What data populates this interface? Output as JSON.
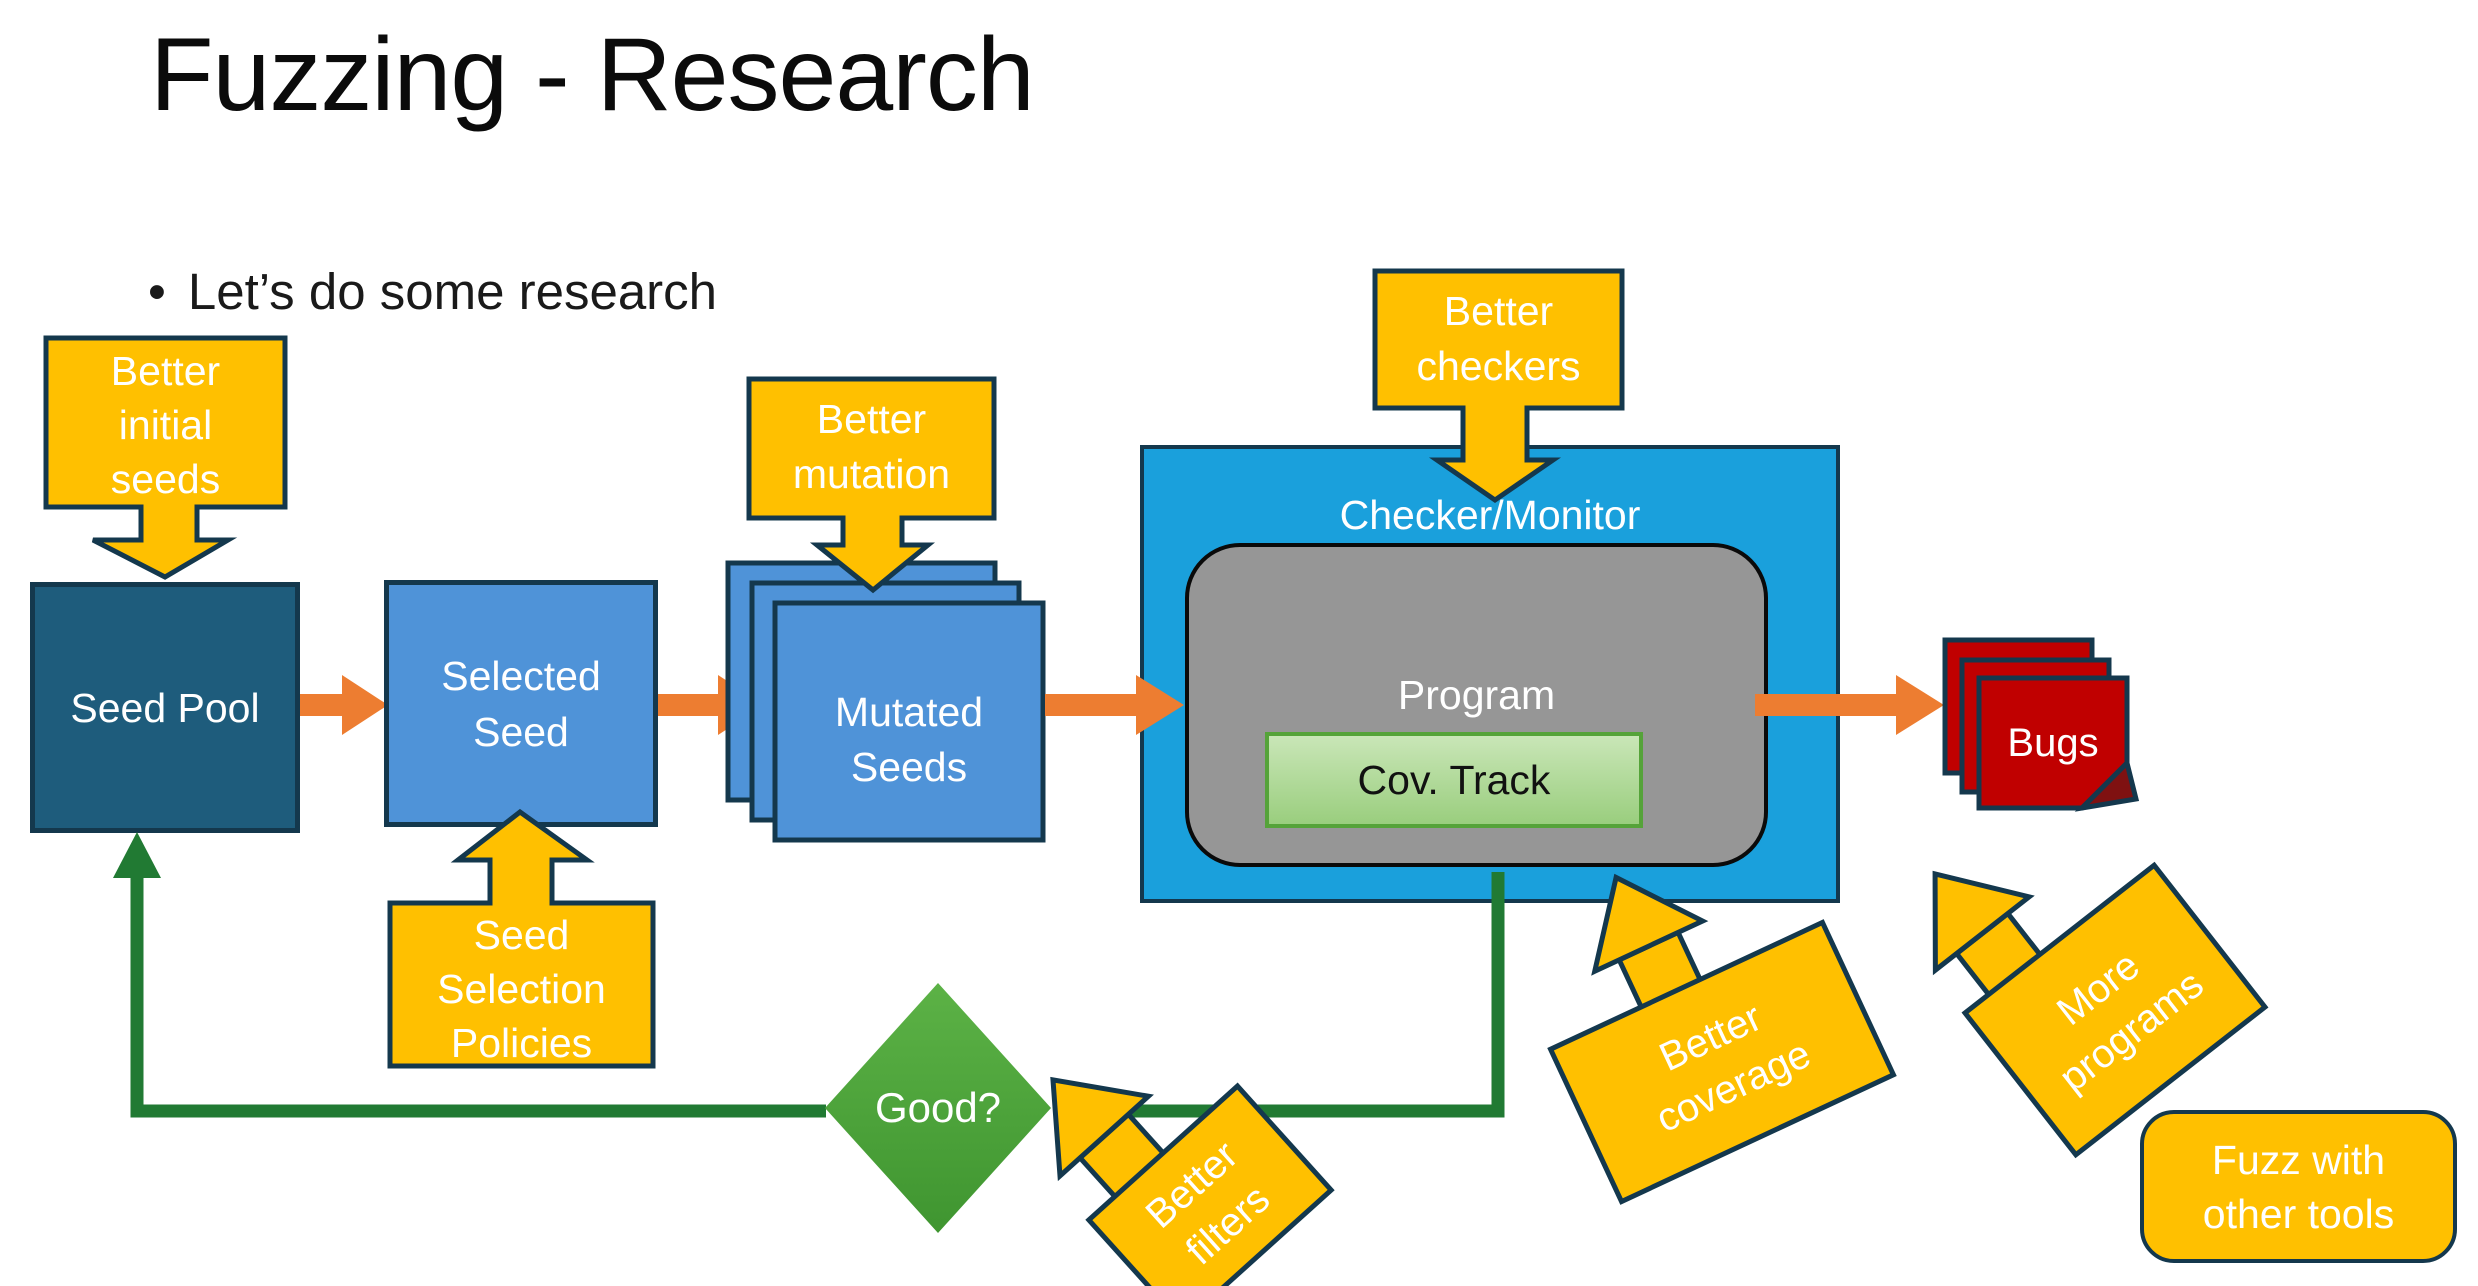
{
  "slide": {
    "title": "Fuzzing - Research",
    "bullet_marker": "•",
    "bullet": "Let’s do some research"
  },
  "colors": {
    "yellow": "#FFC000",
    "outline": "#14384D",
    "orange": "#ED7D31",
    "seed_pool_fill": "#1E5C7C",
    "blue_fill": "#4F93D8",
    "cyan_fill": "#1AA0DC",
    "gray_fill": "#969696",
    "cov_border": "#55A339",
    "red_fill": "#C00000",
    "green_line": "#217A33",
    "diamond_fill": "#4CA638"
  },
  "nodes": {
    "better_initial_seeds": {
      "lines": [
        "Better",
        "initial",
        "seeds"
      ]
    },
    "seed_pool": {
      "label": "Seed Pool"
    },
    "selected_seed": {
      "lines": [
        "Selected",
        "Seed"
      ]
    },
    "seed_selection_policies": {
      "lines": [
        "Seed",
        "Selection",
        "Policies"
      ]
    },
    "better_mutation": {
      "lines": [
        "Better",
        "mutation"
      ]
    },
    "mutated_seeds": {
      "lines": [
        "Mutated",
        "Seeds"
      ]
    },
    "better_checkers": {
      "lines": [
        "Better",
        "checkers"
      ]
    },
    "checker_monitor": {
      "label": "Checker/Monitor"
    },
    "program": {
      "label": "Program"
    },
    "cov_track": {
      "label": "Cov. Track"
    },
    "bugs": {
      "label": "Bugs"
    },
    "good": {
      "label": "Good?"
    },
    "better_filters": {
      "lines": [
        "Better",
        "filters"
      ]
    },
    "better_coverage": {
      "lines": [
        "Better",
        "coverage"
      ]
    },
    "more_programs": {
      "lines": [
        "More",
        "programs"
      ]
    },
    "fuzz_other_tools": {
      "lines": [
        "Fuzz with",
        "other tools"
      ]
    }
  }
}
